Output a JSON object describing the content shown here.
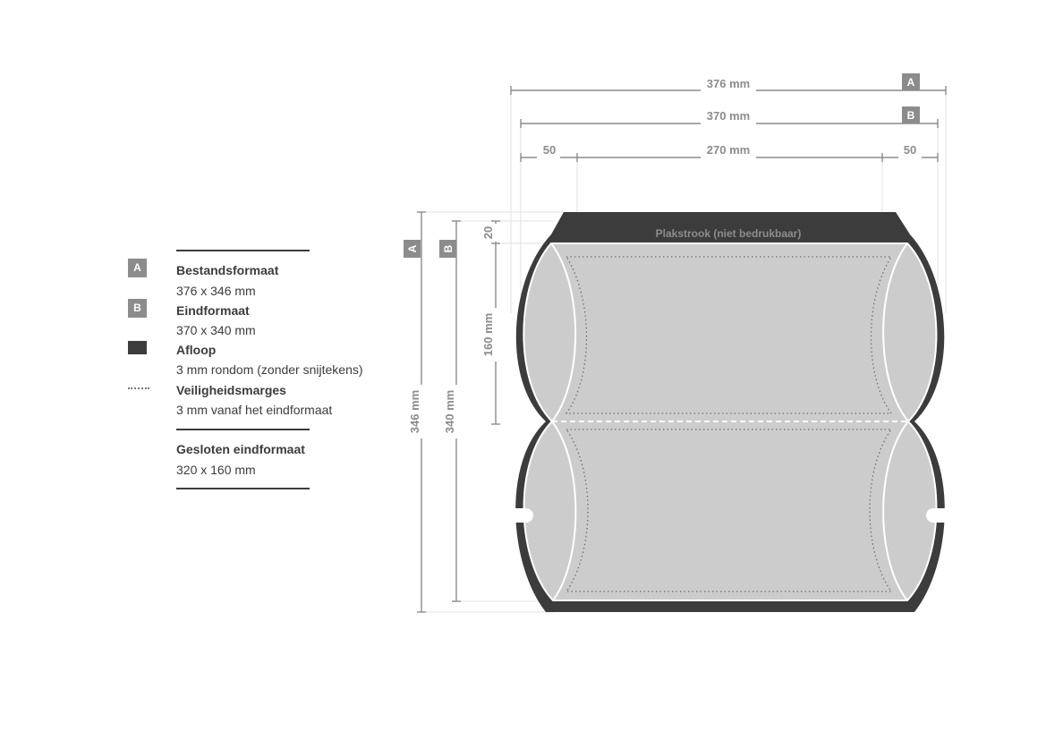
{
  "legend": {
    "items": [
      {
        "badge": "A",
        "title": "Bestandsformaat",
        "subtitle": "376 x 346 mm"
      },
      {
        "badge": "B",
        "title": "Eindformaat",
        "subtitle": "370 x 340 mm"
      },
      {
        "symbol": "dark-swatch",
        "title": "Afloop",
        "subtitle": "3 mm rondom (zonder snijtekens)"
      },
      {
        "symbol": "dotted-line",
        "title": "Veiligheidsmarges",
        "subtitle": "3 mm vanaf het eindformaat"
      }
    ],
    "closed": {
      "title": "Gesloten eindformaat",
      "subtitle": "320 x 160 mm"
    }
  },
  "dimensions": {
    "width_a": "376 mm",
    "width_b": "370 mm",
    "flap_left": "50",
    "middle": "270 mm",
    "flap_right": "50",
    "tag_a": "A",
    "tag_b": "B",
    "height_a": "346 mm",
    "height_b": "340 mm",
    "strip_height": "20",
    "half_height": "160 mm",
    "strip_label": "Plakstrook (niet bedrukbaar)"
  },
  "colors": {
    "bleed": "#3c3c3c",
    "panel": "#cccccc",
    "dimension": "#8c8c8c",
    "fold": "#ffffff"
  }
}
